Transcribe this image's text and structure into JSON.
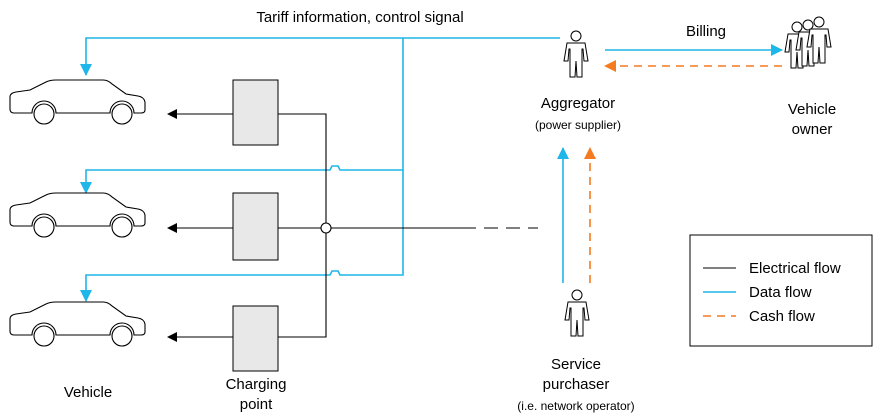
{
  "labels": {
    "top_signal": "Tariff information, control signal",
    "billing": "Billing",
    "aggregator": "Aggregator",
    "aggregator_sub": "(power supplier)",
    "owner_line1": "Vehicle",
    "owner_line2": "owner",
    "vehicle": "Vehicle",
    "charging_line1": "Charging",
    "charging_line2": "point",
    "purchaser_line1": "Service",
    "purchaser_line2": "purchaser",
    "purchaser_sub": "(i.e. network operator)"
  },
  "legend": {
    "electrical": "Electrical flow",
    "data": "Data flow",
    "cash": "Cash flow"
  },
  "colors": {
    "electrical": "#000000",
    "data": "#1fb6e9",
    "cash": "#f47b20",
    "box_fill": "#e8e8e8"
  }
}
